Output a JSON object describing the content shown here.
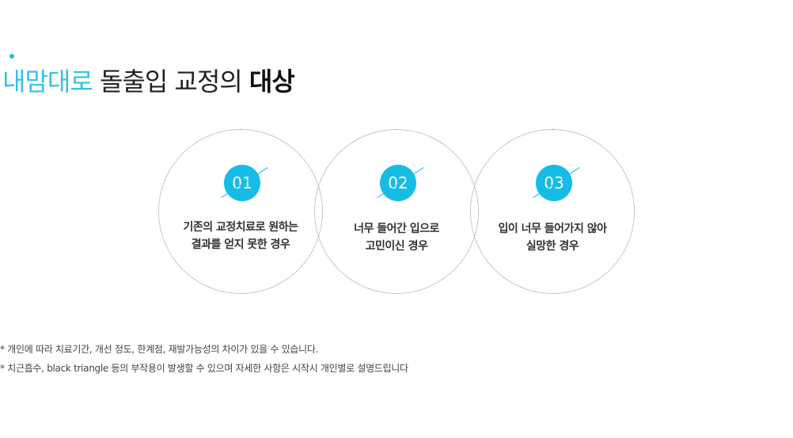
{
  "heading": {
    "accent": "내맘대로",
    "middle": "돌출입 교정의",
    "bold": "대상"
  },
  "colors": {
    "accent": "#1ec0e6",
    "badge": "#15bde6",
    "text": "#333333"
  },
  "circles": [
    {
      "number": "01",
      "lines": [
        "기존의 교정치료로 원하는",
        "결과를 얻지 못한 경우"
      ]
    },
    {
      "number": "02",
      "lines": [
        "너무 들어간 입으로",
        "고민이신 경우"
      ]
    },
    {
      "number": "03",
      "lines": [
        "입이 너무 들어가지 않아",
        "실망한 경우"
      ]
    }
  ],
  "notes": [
    "* 개인에 따라 치료기간, 개선 정도, 한계점, 재발가능성의 차이가 있을 수 있습니다.",
    "* 치근흡수, black triangle 등의 부작용이 발생할 수 있으며 자세한 사항은 시작시 개인별로 설명드립니다"
  ]
}
